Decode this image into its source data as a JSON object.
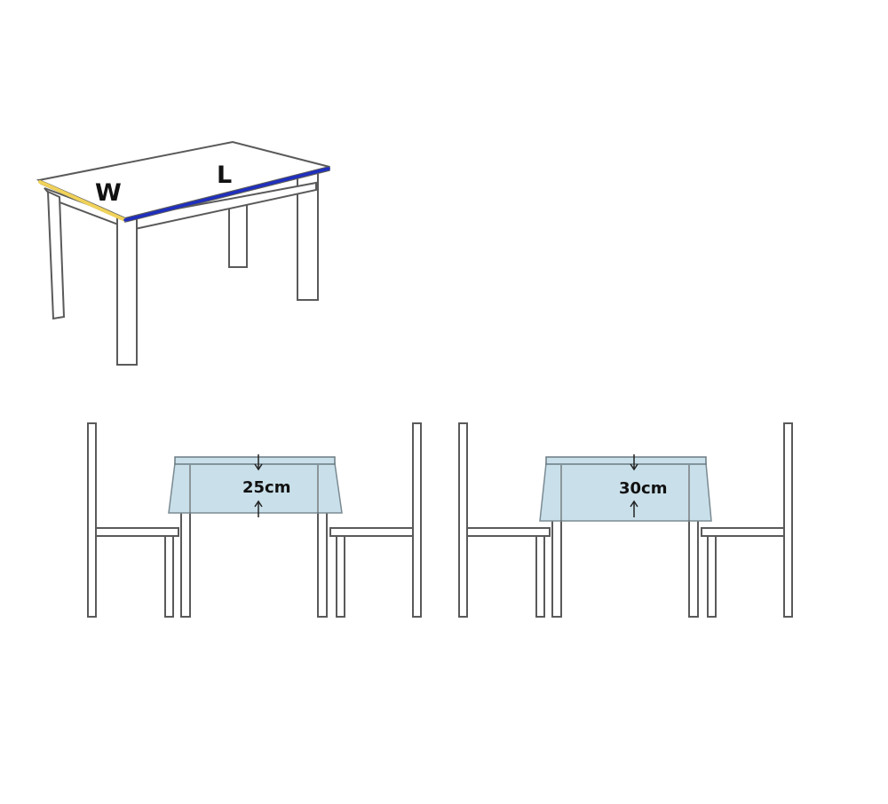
{
  "table_diagram": {
    "width_label": "W",
    "length_label": "L",
    "width_edge_color": "#f0d25a",
    "length_edge_color": "#1f2fbf"
  },
  "drop_examples": [
    {
      "drop_label": "25cm",
      "cloth_color": "#c9e0ea"
    },
    {
      "drop_label": "30cm",
      "cloth_color": "#c9e0ea"
    }
  ],
  "line_color": "#5a5a5a",
  "arrow_icons": [
    "down-arrow-icon",
    "up-arrow-icon"
  ]
}
